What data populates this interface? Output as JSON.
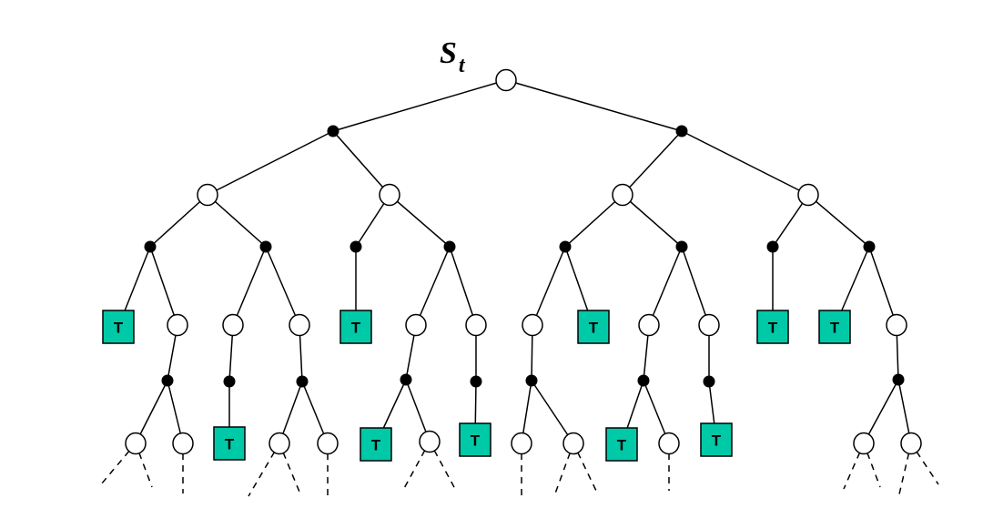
{
  "root_label": {
    "main": "S",
    "sub": "t"
  },
  "terminal_label": "T",
  "colors": {
    "state_fill": "#ffffff",
    "action_fill": "#000000",
    "terminal_fill": "#00c9a7",
    "line": "#000000"
  },
  "legend": []
}
